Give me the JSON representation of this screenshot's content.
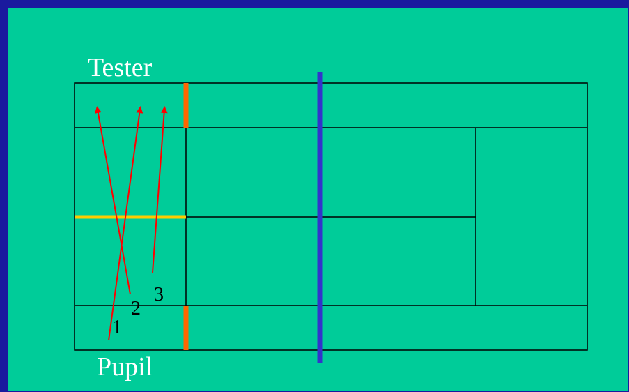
{
  "labels": {
    "top": "Tester",
    "bottom": "Pupil"
  },
  "throws": [
    {
      "number": "1"
    },
    {
      "number": "2"
    },
    {
      "number": "3"
    }
  ],
  "colors": {
    "background_border": "#1a1a9e",
    "court": "#00cc99",
    "court_lines": "#000000",
    "net": "#3333cc",
    "service_marks": "#ff6600",
    "center_mark": "#ffcc00",
    "arrows": "#ff0000",
    "label_text": "#ffffff"
  }
}
